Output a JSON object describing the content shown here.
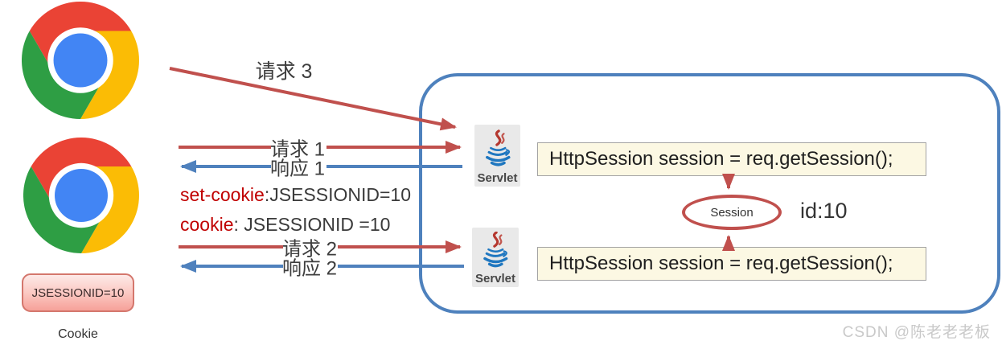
{
  "browser": {
    "icon": "chrome-icon",
    "cookie_store": {
      "value": "JSESSIONID=10",
      "caption": "Cookie"
    }
  },
  "messages": {
    "request3": "请求 3",
    "request1": "请求 1",
    "response1": "响应 1",
    "set_cookie_key": "set-cookie",
    "set_cookie_rest": ":JSESSIONID=10",
    "cookie_key": "cookie",
    "cookie_rest": ": JSESSIONID =10",
    "request2": "请求 2",
    "response2": "响应 2"
  },
  "server": {
    "servlet1_label": "Servlet",
    "servlet2_label": "Servlet",
    "code1": "HttpSession session = req.getSession();",
    "code2": "HttpSession session = req.getSession();",
    "session_label": "Session",
    "session_id": "id:10",
    "icon": "java-servlet-icon"
  },
  "watermark": "CSDN @陈老老老板",
  "colors": {
    "request_arrow": "#c0504d",
    "response_arrow": "#4f81bd",
    "server_border": "#4e81bd",
    "session_border": "#c0504d",
    "code_bg": "#fcf8e3",
    "highlight_red": "#c00000",
    "cookie_box_bg": "#f6a199",
    "chrome_red": "#ea4335",
    "chrome_green": "#2e9e44",
    "chrome_yellow": "#fbbc05",
    "chrome_blue": "#4285f4"
  }
}
